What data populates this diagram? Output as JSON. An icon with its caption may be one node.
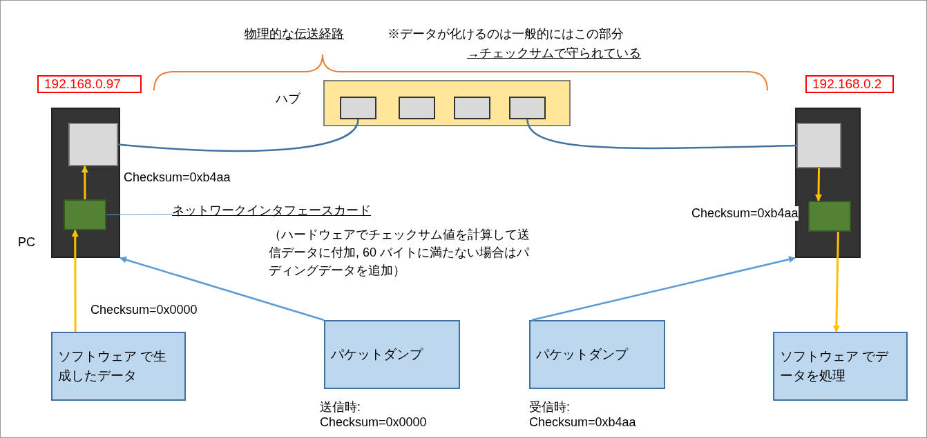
{
  "diagram": {
    "nodes": [
      {
        "text": [
          "PC"
        ]
      },
      {
        "text": [],
        "shape": "box",
        "in": 0
      },
      {
        "text": [],
        "shape": "box",
        "in": 0
      },
      {
        "text": [
          "192.168.0.97"
        ]
      },
      {
        "text": [
          "ハブ"
        ]
      },
      {
        "text": [],
        "shape": "box",
        "in": 4
      },
      {
        "text": [],
        "shape": "box",
        "in": 4
      },
      {
        "text": [],
        "shape": "box",
        "in": 4
      },
      {
        "text": [],
        "shape": "box",
        "in": 4
      },
      {
        "text": [],
        "shape": "box"
      },
      {
        "text": [],
        "shape": "box",
        "in": 9
      },
      {
        "text": [],
        "shape": "box",
        "in": 9
      },
      {
        "text": [
          "192.168.0.2"
        ]
      },
      {
        "text": [
          "ソフトウェア で生成したデータ"
        ]
      },
      {
        "text": [
          "パケットダンプ"
        ],
        "beside": [
          "送信時: Checksum=0x0000"
        ]
      },
      {
        "text": [
          "パケットダンプ"
        ],
        "beside": [
          "受信時: Checksum=0xb4aa"
        ]
      },
      {
        "text": [
          "ソフトウェア でデータを処理"
        ]
      },
      {
        "text": [
          "ネットワークインタフェースカード",
          "（ハードウェアでチェックサム値を計算して送信データに付加, 60 バイトに満たない場合はパディングデータを追加）"
        ]
      }
    ],
    "edges": [
      {
        "from": 1,
        "to": 5,
        "arrow": "none",
        "color": "#41719c"
      },
      {
        "from": 8,
        "to": 10,
        "arrow": "none",
        "color": "#41719c"
      },
      {
        "from": 13,
        "to": 2,
        "arrow": "to",
        "label": "Checksum=0x0000"
      },
      {
        "from": 2,
        "to": 1,
        "arrow": "to",
        "label": "Checksum=0xb4aa"
      },
      {
        "from": 10,
        "to": 11,
        "arrow": "to",
        "label": "Checksum=0xb4aa"
      },
      {
        "from": 11,
        "to": 16,
        "arrow": "to"
      },
      {
        "from": 14,
        "to": 0,
        "arrow": "to",
        "color": "#5b9bd5"
      },
      {
        "from": 15,
        "to": 9,
        "arrow": "to",
        "color": "#5b9bd5"
      },
      {
        "from": 17,
        "to": 2,
        "arrow": "none",
        "color": "#5b9bd5"
      }
    ],
    "labels": [
      "物理的な伝送経路",
      "※データが化けるのは一般的にはこの部分",
      "→チェックサムで守られている"
    ]
  }
}
